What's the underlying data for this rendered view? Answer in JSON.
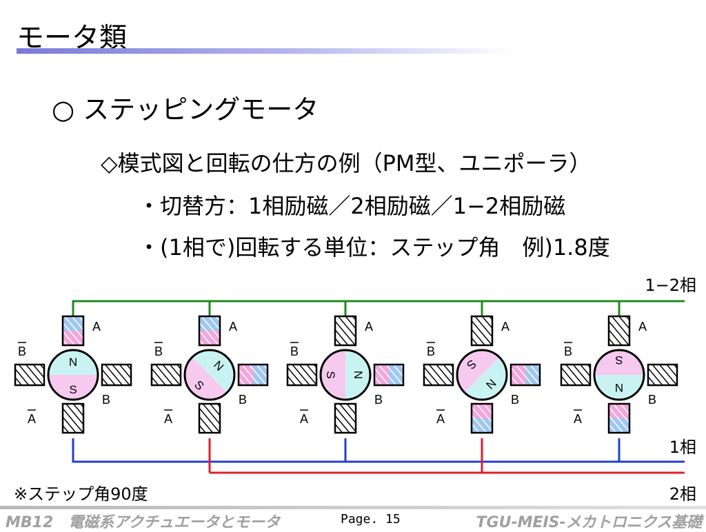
{
  "title": "モータ類",
  "heading": "○ ステッピングモータ",
  "subheading": "◇模式図と回転の仕方の例（PM型、ユニポーラ）",
  "bullets": [
    "・切替方：1相励磁／2相励磁／1−2相励磁",
    "・(1相で)回転する単位：ステップ角　例)1.8度"
  ],
  "diagram": {
    "label_1_2_phase": "1−2相",
    "label_1_phase": "1相",
    "label_2_phase": "2相",
    "note": "※ステップ角90度",
    "pole_labels": {
      "A": "A",
      "A_bar": "A",
      "B": "B",
      "B_bar": "B"
    },
    "rotor_labels": {
      "N": "N",
      "S": "S"
    },
    "steps": [
      {
        "n_angle_deg": 0,
        "energized": [
          "A"
        ],
        "active_line": "1-phase"
      },
      {
        "n_angle_deg": 45,
        "energized": [
          "A",
          "B"
        ],
        "active_line": "2-phase"
      },
      {
        "n_angle_deg": 90,
        "energized": [
          "B"
        ],
        "active_line": "1-phase"
      },
      {
        "n_angle_deg": 135,
        "energized": [
          "B",
          "A_bar"
        ],
        "active_line": "2-phase"
      },
      {
        "n_angle_deg": 180,
        "energized": [
          "A_bar"
        ],
        "active_line": "1-phase"
      }
    ],
    "colors": {
      "line_1_2_phase": "#228822",
      "line_1_phase": "#1f3fd0",
      "line_2_phase": "#e01e2a",
      "n_pole_fill": "#c9f3f3",
      "s_pole_fill": "#f6c9ef",
      "coil_north": "#9fc8f0",
      "coil_south": "#f4a6dc"
    }
  },
  "footer": {
    "left": "MB12　電磁系アクチュエータとモータ",
    "page": "Page. 15",
    "right": "TGU-MEIS-メカトロニクス基礎"
  }
}
